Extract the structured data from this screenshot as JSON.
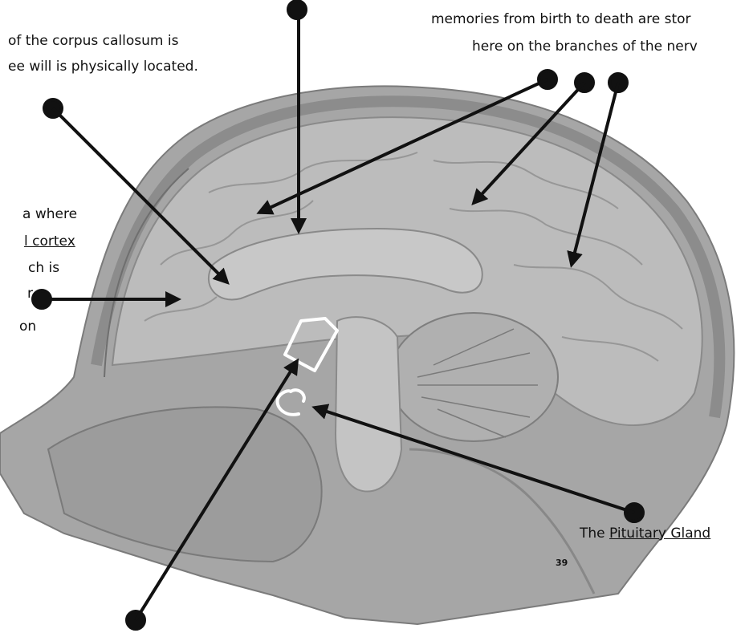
{
  "labels": {
    "corpus_callosum": {
      "line1": "of the corpus callosum is",
      "line2": "ee will is physically located."
    },
    "memories": {
      "line1": "memories from birth to death are stor",
      "line2": "here on the branches of the nerv"
    },
    "cortex": {
      "line1": "a where",
      "line2": "l cortex",
      "line3": "ch is",
      "line4": "r",
      "line5": "on"
    },
    "pituitary": {
      "prefix": "The ",
      "name": "Pituitary Gland"
    }
  },
  "page_number": "39",
  "colors": {
    "skin": "#a9a9a9",
    "brain": "#bdbdbd",
    "gyrus_line": "#8a8a8a",
    "arrow": "#111111",
    "highlight_outline": "#ffffff"
  }
}
